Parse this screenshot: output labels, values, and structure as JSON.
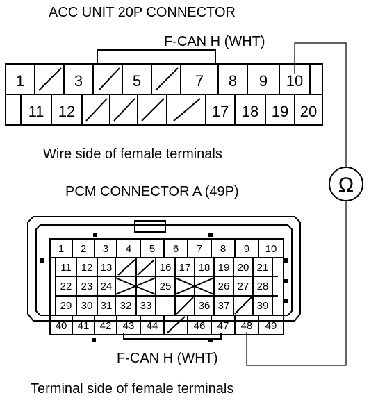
{
  "acc_connector": {
    "title": "ACC UNIT 20P CONNECTOR",
    "wire_label": "F-CAN H (WHT)",
    "side_caption": "Wire side of female terminals",
    "top_row": [
      "1",
      "",
      "3",
      "",
      "5",
      "",
      "7",
      "8",
      "9",
      "10"
    ],
    "bottom_row": [
      "",
      "11",
      "12",
      "",
      "",
      "",
      "",
      "17",
      "18",
      "19",
      "20"
    ],
    "probe_terminal": "10"
  },
  "pcm_connector": {
    "title": "PCM CONNECTOR A (49P)",
    "wire_label": "F-CAN H (WHT)",
    "side_caption": "Terminal side of female terminals",
    "row1": [
      "1",
      "2",
      "3",
      "4",
      "5",
      "6",
      "7",
      "8",
      "9",
      "10"
    ],
    "row2": [
      "11",
      "12",
      "13",
      "",
      "",
      "16",
      "17",
      "18",
      "19",
      "20",
      "21"
    ],
    "row3": [
      "22",
      "23",
      "24",
      "",
      "",
      "25",
      "",
      "",
      "26",
      "27",
      "28"
    ],
    "row4": [
      "29",
      "30",
      "31",
      "32",
      "33",
      "",
      "",
      "36",
      "37",
      "",
      "39"
    ],
    "row5": [
      "40",
      "41",
      "42",
      "43",
      "44",
      "",
      "46",
      "47",
      "48",
      "49"
    ],
    "probe_terminal": "48"
  },
  "meter": {
    "symbol": "Ω",
    "icon": "ohmmeter-icon"
  }
}
